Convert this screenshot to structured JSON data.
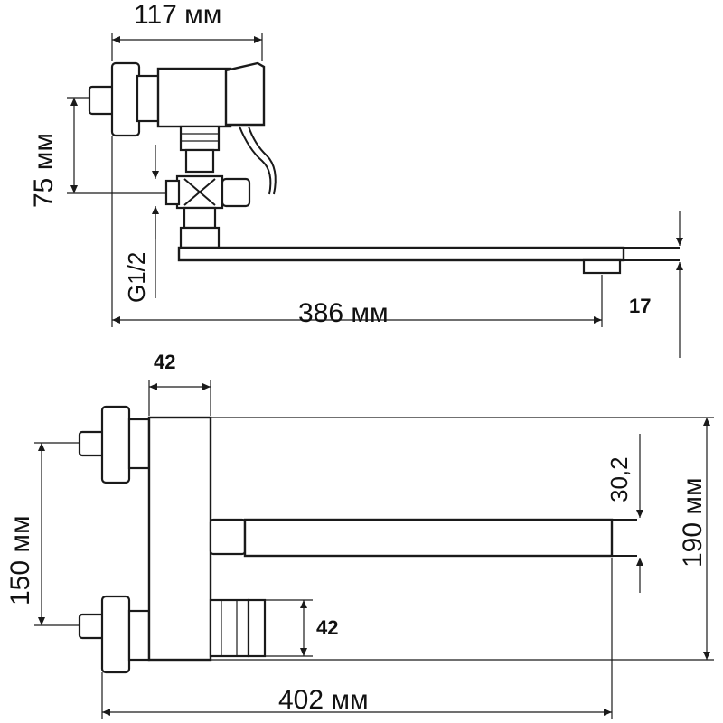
{
  "dimensions": {
    "top_width": "117 мм",
    "top_height": "75 мм",
    "thread": "G1/2",
    "top_spout_length": "386 мм",
    "spout_drop": "17",
    "bottom_body_width": "42",
    "bottom_outlet_offset": "30,2",
    "bottom_inlet_spacing": "150 мм",
    "bottom_outlet_size": "42",
    "bottom_total_height": "190 мм",
    "bottom_total_length": "402 мм"
  }
}
